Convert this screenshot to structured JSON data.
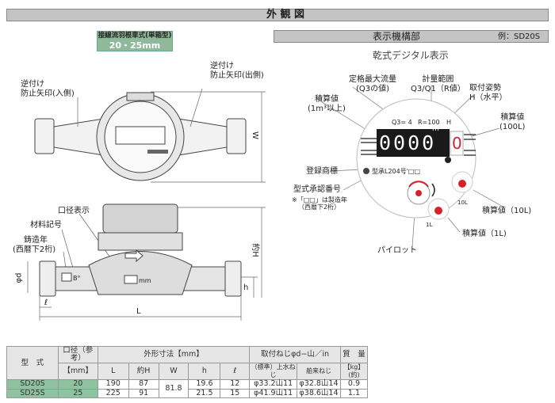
{
  "header": {
    "title": "外 観 図"
  },
  "badge": {
    "line1": "接線流羽根車式(単箱型)",
    "line2": "20・25mm"
  },
  "exterior": {
    "reverse_in": [
      "逆付け",
      "防止矢印(入側)"
    ],
    "reverse_out": [
      "逆付け",
      "防止矢印(出側)"
    ],
    "dim_W": "W",
    "dim_H": "約H",
    "dim_h": "h",
    "dim_L": "L",
    "dim_l": "ℓ",
    "dim_d": "φd",
    "bore_display": "口径表示",
    "material_mark": "材料記号",
    "cast_year": [
      "鋳造年",
      "(西暦下2桁)"
    ],
    "mark_B": "B°",
    "mark_mm": "mm"
  },
  "display": {
    "title": "表示機構部",
    "example": "例：SD20S",
    "subtitle": "乾式デジタル表示",
    "labels": {
      "q3": [
        "定格最大流量",
        "(Q3の値)"
      ],
      "range": [
        "計量範囲",
        "Q3/Q1（R値）"
      ],
      "posture": [
        "取付姿勢",
        "H（水平）"
      ],
      "total_1m3": [
        "積算値",
        "(1m³以上)"
      ],
      "total_100l": [
        "積算値",
        "(100L)"
      ],
      "trademark": "登録商標",
      "approval": "型式承認番号",
      "note": [
        "※「□□」は製造年",
        "（西暦下2桁）"
      ],
      "total_10l": "積算値（10L)",
      "total_1l": "積算値（1L)",
      "pilot": "パイロット"
    },
    "face": {
      "q3": "Q3= 4",
      "r": "R=100",
      "h": "H",
      "digits": "0000",
      "red_digit": "0",
      "unit": "m³",
      "approval_no": "型承L204号'□□",
      "dial_10l": "10L",
      "dial_1l": "1L"
    }
  },
  "table": {
    "h1": [
      "型　式",
      "口径（参考）",
      "外形寸法【mm】",
      "取付ねじφd−山／in",
      "質　量"
    ],
    "h1b": "【mm】",
    "h2": [
      "L",
      "約H",
      "W",
      "h",
      "ℓ",
      "（標準）上水ねじ",
      "舶来ねじ",
      "【kg】(約)"
    ],
    "rows": [
      [
        "SD20S",
        "20",
        "190",
        "87",
        "81.8",
        "19.6",
        "12",
        "φ33.2山11",
        "φ32.8山14",
        "0.9"
      ],
      [
        "SD25S",
        "25",
        "225",
        "91",
        "",
        "21.5",
        "15",
        "φ41.9山11",
        "φ38.6山14",
        "1.1"
      ]
    ]
  },
  "colors": {
    "green": "#8fc39f",
    "red": "#d8202a",
    "bar": "#c4c4c4"
  }
}
